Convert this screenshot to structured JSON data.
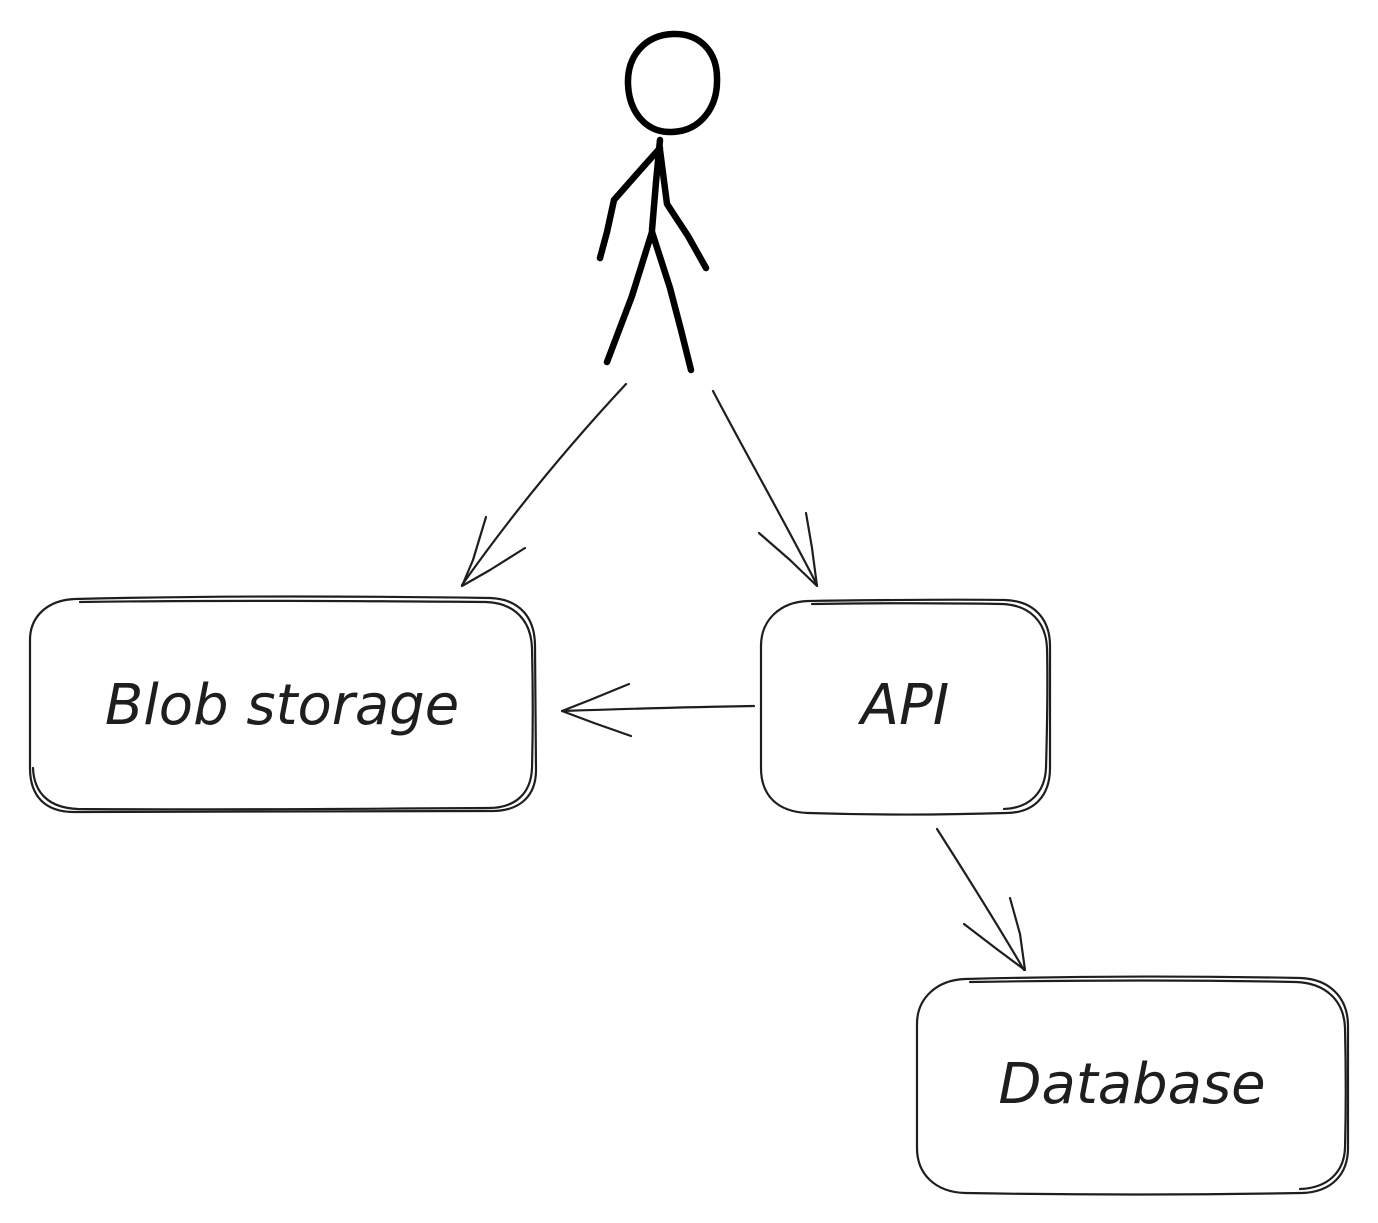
{
  "diagram": {
    "nodes": {
      "blob": {
        "label": "Blob storage"
      },
      "api": {
        "label": "API"
      },
      "database": {
        "label": "Database"
      }
    },
    "actor": {
      "icon": "stick-figure-icon"
    },
    "edges": [
      {
        "from": "actor",
        "to": "blob"
      },
      {
        "from": "actor",
        "to": "api"
      },
      {
        "from": "api",
        "to": "blob"
      },
      {
        "from": "api",
        "to": "database"
      }
    ],
    "colors": {
      "stroke": "#1e1e1e",
      "figure": "#000000",
      "background": "#ffffff"
    }
  }
}
